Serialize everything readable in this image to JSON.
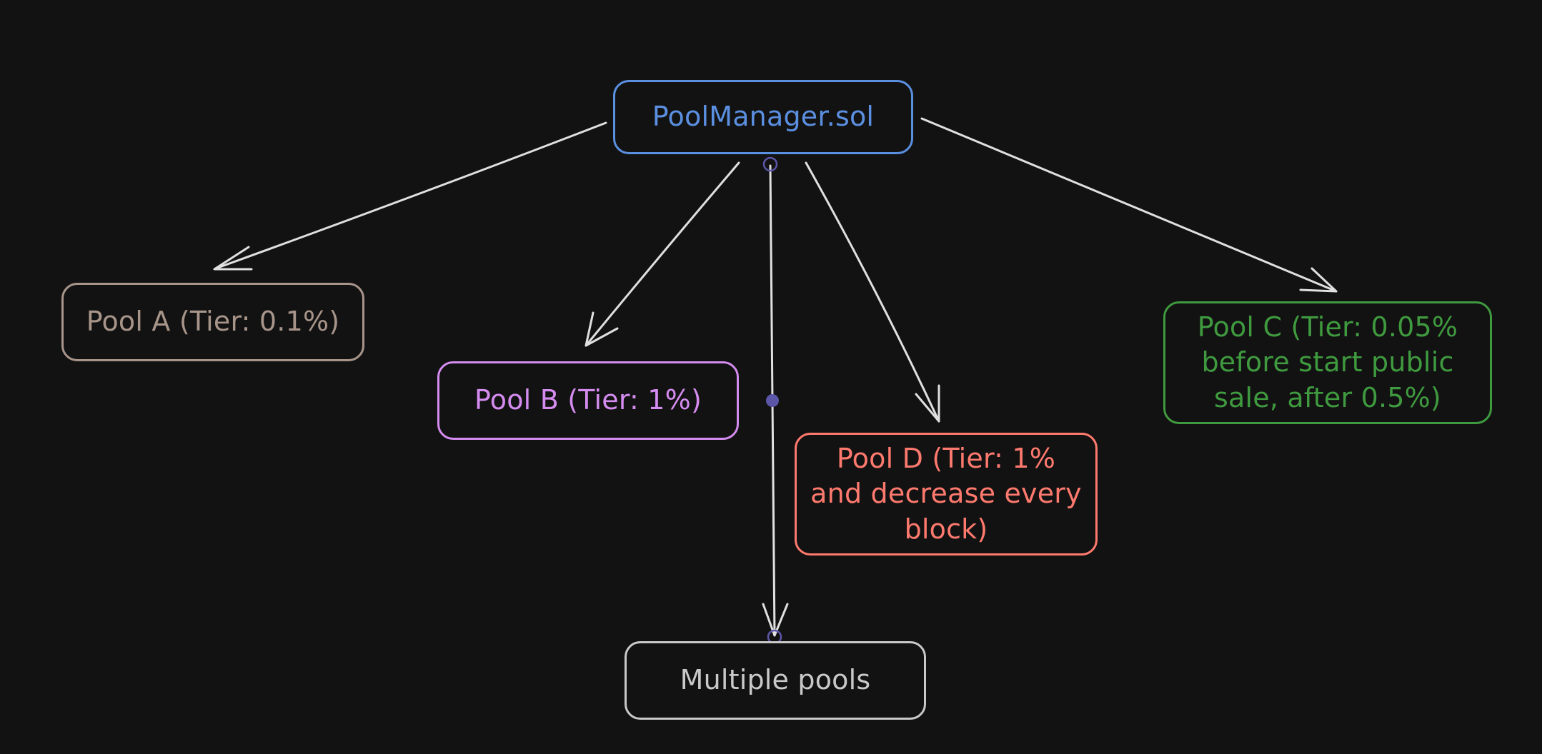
{
  "diagram": {
    "nodes": [
      {
        "id": "manager",
        "label": "PoolManager.sol",
        "color": "#5b8fe0"
      },
      {
        "id": "a",
        "label": "Pool A (Tier: 0.1%)",
        "color": "#a8958a"
      },
      {
        "id": "b",
        "label": "Pool B (Tier: 1%)",
        "color": "#d58cf0"
      },
      {
        "id": "c",
        "label": "Pool C (Tier: 0.05%\nbefore start public\nsale, after 0.5%)",
        "color": "#3f9a3f"
      },
      {
        "id": "d",
        "label": "Pool D (Tier: 1%\nand decrease every\nblock)",
        "color": "#ff7a6e"
      },
      {
        "id": "multi",
        "label": "Multiple pools",
        "color": "#c9c9c9"
      }
    ],
    "edges": [
      {
        "from": "manager",
        "to": "a"
      },
      {
        "from": "manager",
        "to": "b"
      },
      {
        "from": "manager",
        "to": "multi"
      },
      {
        "from": "manager",
        "to": "d"
      },
      {
        "from": "manager",
        "to": "c"
      }
    ],
    "edge_color": "#e0e0e0",
    "handle_color": "#5b56a8"
  }
}
